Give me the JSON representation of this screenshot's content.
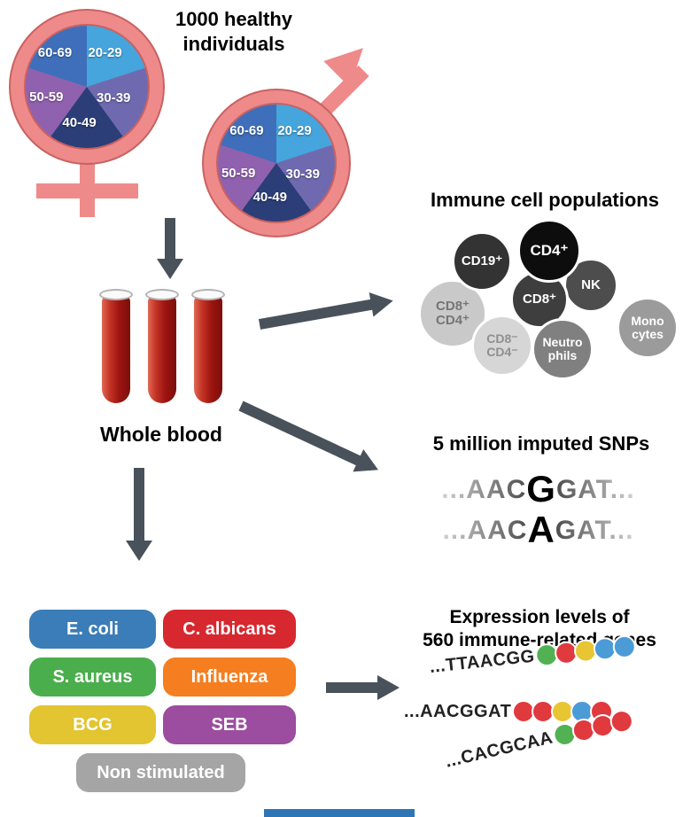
{
  "colors": {
    "symbol_pink": "#ef8a8a",
    "arrow": "#49515b",
    "bottom_bar": "#2e75b6"
  },
  "cohort": {
    "title_line1": "1000 healthy",
    "title_line2": "individuals",
    "age_groups": [
      {
        "label": "20-29",
        "color": "#45a5dc"
      },
      {
        "label": "30-39",
        "color": "#6f6ab0"
      },
      {
        "label": "40-49",
        "color": "#2c3e78"
      },
      {
        "label": "50-59",
        "color": "#9061ae"
      },
      {
        "label": "60-69",
        "color": "#3f6fba"
      }
    ]
  },
  "blood": {
    "label": "Whole blood"
  },
  "immune_cells": {
    "title": "Immune cell populations",
    "cells": [
      {
        "id": "cd8pos-cd4pos",
        "lines": [
          "CD8⁺",
          "CD4⁺"
        ],
        "bg": "#c9c9c9",
        "fg": "#757575"
      },
      {
        "id": "cd19pos",
        "lines": [
          "CD19⁺"
        ],
        "bg": "#333333",
        "fg": "#ffffff"
      },
      {
        "id": "nk",
        "lines": [
          "NK"
        ],
        "bg": "#4d4d4d",
        "fg": "#ffffff"
      },
      {
        "id": "monocytes",
        "lines": [
          "Mono",
          "cytes"
        ],
        "bg": "#9b9b9b",
        "fg": "#ffffff"
      },
      {
        "id": "cd8pos",
        "lines": [
          "CD8⁺"
        ],
        "bg": "#3e3e3e",
        "fg": "#ffffff"
      },
      {
        "id": "cd4pos",
        "lines": [
          "CD4⁺"
        ],
        "bg": "#0d0d0d",
        "fg": "#ffffff"
      },
      {
        "id": "cd8neg-cd4neg",
        "lines": [
          "CD8⁻",
          "CD4⁻"
        ],
        "bg": "#d6d6d6",
        "fg": "#8f8f8f"
      },
      {
        "id": "neutrophils",
        "lines": [
          "Neutro",
          "phils"
        ],
        "bg": "#808080",
        "fg": "#ffffff"
      }
    ]
  },
  "snps": {
    "title": "5 million imputed SNPs",
    "sequences": [
      {
        "prefix": "...AAC",
        "emph": "G",
        "suffix": "GAT..."
      },
      {
        "prefix": "...AAC",
        "emph": "A",
        "suffix": "GAT..."
      }
    ]
  },
  "stimuli": {
    "items": [
      {
        "label": "E. coli",
        "color": "#3b7db8"
      },
      {
        "label": "C. albicans",
        "color": "#d7282f"
      },
      {
        "label": "S. aureus",
        "color": "#4aae4d"
      },
      {
        "label": "Influenza",
        "color": "#f57e20"
      },
      {
        "label": "BCG",
        "color": "#e3c431"
      },
      {
        "label": "SEB",
        "color": "#9c4d9f"
      },
      {
        "label": "Non stimulated",
        "color": "#a5a5a5"
      }
    ]
  },
  "expression": {
    "title_line1": "Expression levels of",
    "title_line2": "560 immune-related genes",
    "rows": [
      {
        "seq": "...TTAACGG",
        "dots": [
          {
            "name": "green",
            "hex": "#52b153"
          },
          {
            "name": "red",
            "hex": "#e0393e"
          },
          {
            "name": "yellow",
            "hex": "#e8c532"
          },
          {
            "name": "blue",
            "hex": "#4b9bd7"
          },
          {
            "name": "blue",
            "hex": "#4b9bd7"
          }
        ]
      },
      {
        "seq": "...AACGGAT",
        "dots": [
          {
            "name": "red",
            "hex": "#e0393e"
          },
          {
            "name": "red",
            "hex": "#e0393e"
          },
          {
            "name": "yellow",
            "hex": "#e8c532"
          },
          {
            "name": "blue",
            "hex": "#4b9bd7"
          },
          {
            "name": "red",
            "hex": "#e0393e"
          }
        ]
      },
      {
        "seq": "...CACGCAA",
        "dots": [
          {
            "name": "green",
            "hex": "#52b153"
          },
          {
            "name": "red",
            "hex": "#e0393e"
          },
          {
            "name": "red",
            "hex": "#e0393e"
          },
          {
            "name": "red",
            "hex": "#e0393e"
          }
        ]
      }
    ]
  }
}
